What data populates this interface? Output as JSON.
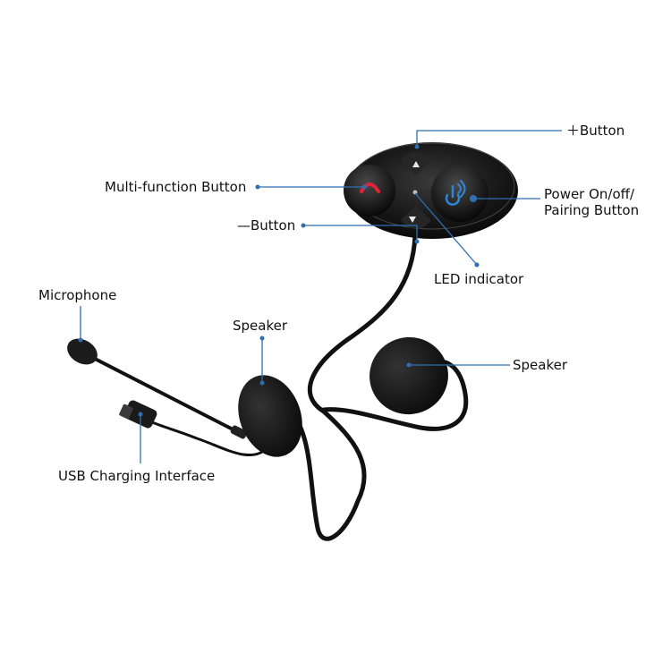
{
  "callouts": {
    "plus_button": "＋Button",
    "multi_function_button": "Multi-function Button",
    "power_button_line1": "Power On/off/",
    "power_button_line2": "Pairing Button",
    "minus_button": "—Button",
    "led_indicator": "LED indicator",
    "microphone": "Microphone",
    "speaker_left": "Speaker",
    "speaker_right": "Speaker",
    "usb_interface": "USB Charging Interface"
  },
  "colors": {
    "leader_line": "#2f6fb0",
    "device_body": "#141414",
    "call_icon": "#e0243a",
    "power_icon": "#2e86d6"
  },
  "icons": [
    "phone-call-icon",
    "power-bluetooth-icon",
    "plus-arrow-icon",
    "minus-arrow-icon"
  ]
}
